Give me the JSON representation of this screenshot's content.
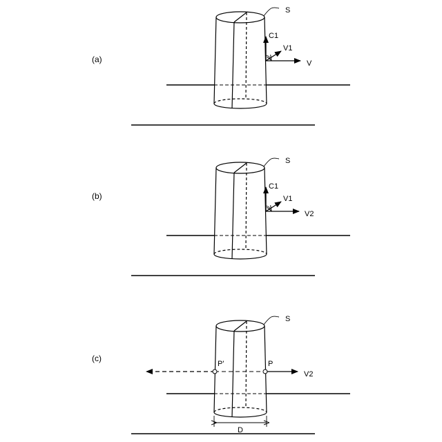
{
  "panels": [
    {
      "label": "(a)",
      "surface_label": "S",
      "vectors": {
        "c1": "C1",
        "v1": "V1",
        "v": "V"
      }
    },
    {
      "label": "(b)",
      "surface_label": "S",
      "vectors": {
        "c1": "C1",
        "v1": "V1",
        "v": "V2"
      }
    },
    {
      "label": "(c)",
      "surface_label": "S",
      "points": {
        "p_prime": "P'",
        "p": "P"
      },
      "vector": "V2",
      "diameter": "D"
    }
  ]
}
